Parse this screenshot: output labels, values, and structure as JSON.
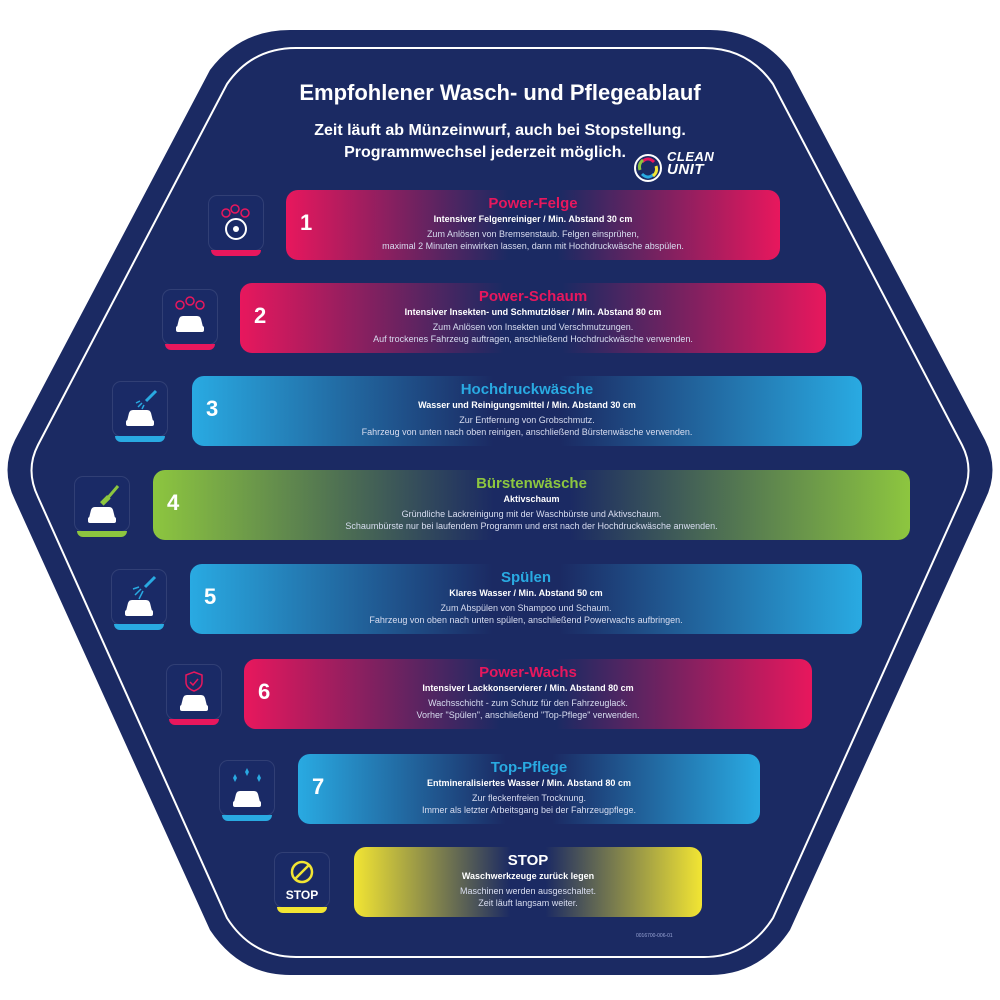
{
  "header": {
    "title": "Empfohlener Wasch- und Pflegeablauf",
    "subtitle_line1": "Zeit läuft ab Münzeinwurf, auch bei Stopstellung.",
    "subtitle_line2": "Programmwechsel jederzeit möglich."
  },
  "logo": {
    "line1": "CLEAN",
    "line2": "UNIT"
  },
  "colors": {
    "background": "#1b2a63",
    "pink": "#e8175d",
    "blue": "#29aae2",
    "green": "#8dc63f",
    "yellow": "#f2e533",
    "title_pink": "#e8175d",
    "title_blue": "#29aae2",
    "title_green": "#8dc63f"
  },
  "steps": [
    {
      "number": "1",
      "title": "Power-Felge",
      "line": "Intensiver Felgenreiniger / Min. Abstand 30 cm",
      "desc1": "Zum Anlösen von Bremsenstaub. Felgen einsprühen,",
      "desc2": "maximal 2 Minuten einwirken lassen,  dann mit Hochdruckwäsche abspülen.",
      "color": "pink",
      "icon": "rim-foam-icon"
    },
    {
      "number": "2",
      "title": "Power-Schaum",
      "line": "Intensiver Insekten- und Schmutzlöser / Min. Abstand 80 cm",
      "desc1": "Zum Anlösen von Insekten und Verschmutzungen.",
      "desc2": "Auf trockenes Fahrzeug auftragen, anschließend Hochdruckwäsche verwenden.",
      "color": "pink",
      "icon": "car-foam-icon"
    },
    {
      "number": "3",
      "title": "Hochdruckwäsche",
      "line": "Wasser und Reinigungsmittel / Min. Abstand 30 cm",
      "desc1": "Zur Entfernung von Grobschmutz.",
      "desc2": "Fahrzeug von unten nach oben reinigen, anschließend Bürstenwäsche verwenden.",
      "color": "blue",
      "icon": "car-spray-icon"
    },
    {
      "number": "4",
      "title": "Bürstenwäsche",
      "line": "Aktivschaum",
      "desc1": "Gründliche Lackreinigung mit der Waschbürste und Aktivschaum.",
      "desc2": "Schaumbürste nur bei laufendem Programm und erst nach der Hochdruckwäsche anwenden.",
      "color": "green",
      "icon": "car-brush-icon"
    },
    {
      "number": "5",
      "title": "Spülen",
      "line": "Klares Wasser / Min. Abstand 50 cm",
      "desc1": "Zum Abspülen von Shampoo und Schaum.",
      "desc2": "Fahrzeug von oben nach unten spülen, anschließend Powerwachs aufbringen.",
      "color": "blue",
      "icon": "car-rinse-icon"
    },
    {
      "number": "6",
      "title": "Power-Wachs",
      "line": "Intensiver Lackkonservierer / Min. Abstand 80 cm",
      "desc1": "Wachsschicht - zum Schutz für den Fahrzeuglack.",
      "desc2": "Vorher \"Spülen\", anschließend \"Top-Pflege\" verwenden.",
      "color": "pink",
      "icon": "car-shield-icon"
    },
    {
      "number": "7",
      "title": "Top-Pflege",
      "line": "Entmineralisiertes Wasser / Min. Abstand 80 cm",
      "desc1": "Zur fleckenfreien Trocknung.",
      "desc2": "Immer als letzter Arbeitsgang bei der Fahrzeugpflege.",
      "color": "blue",
      "icon": "car-sparkle-icon"
    },
    {
      "number": "",
      "title": "STOP",
      "line": "Waschwerkzeuge zurück legen",
      "desc1": "Maschinen werden ausgeschaltet.",
      "desc2": "Zeit läuft langsam weiter.",
      "color": "yellow",
      "icon": "stop-icon",
      "icon_label": "STOP"
    }
  ],
  "footer": {
    "code": "0016700-006-01"
  }
}
